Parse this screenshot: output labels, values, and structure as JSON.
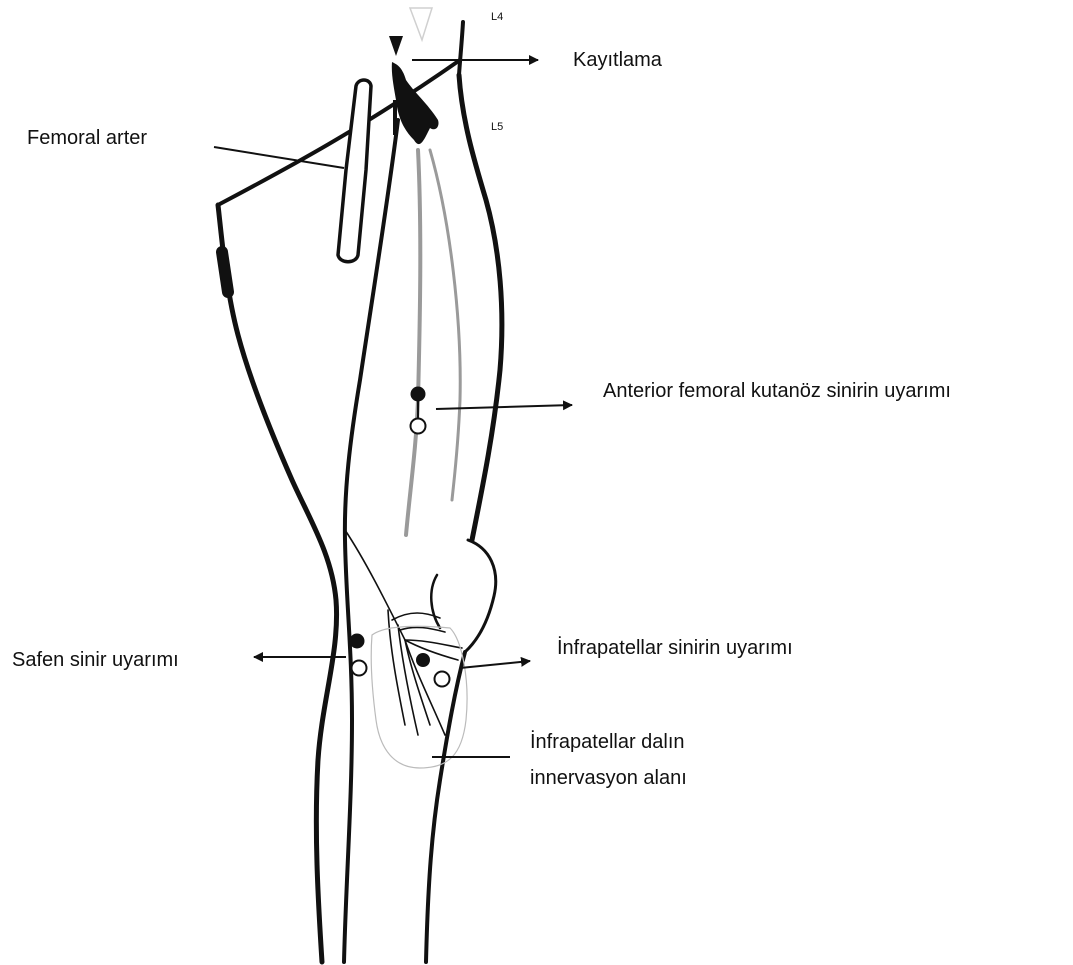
{
  "labels": {
    "l4": "L4",
    "l5": "L5",
    "recording": "Kayıtlama",
    "femoral_artery": "Femoral arter",
    "anterior_femoral_stim": "Anterior femoral kutanöz sinirin uyarımı",
    "saphenous_stim": "Safen sinir uyarımı",
    "infrapatellar_stim": "İnfrapatellar sinirin uyarımı",
    "infrapatellar_area_line1": "İnfrapatellar dalın",
    "infrapatellar_area_line2": "innervasyon alanı"
  },
  "colors": {
    "ink": "#111111",
    "nerve_gray": "#9a9a9a",
    "area_outline": "#bbbbbb"
  }
}
